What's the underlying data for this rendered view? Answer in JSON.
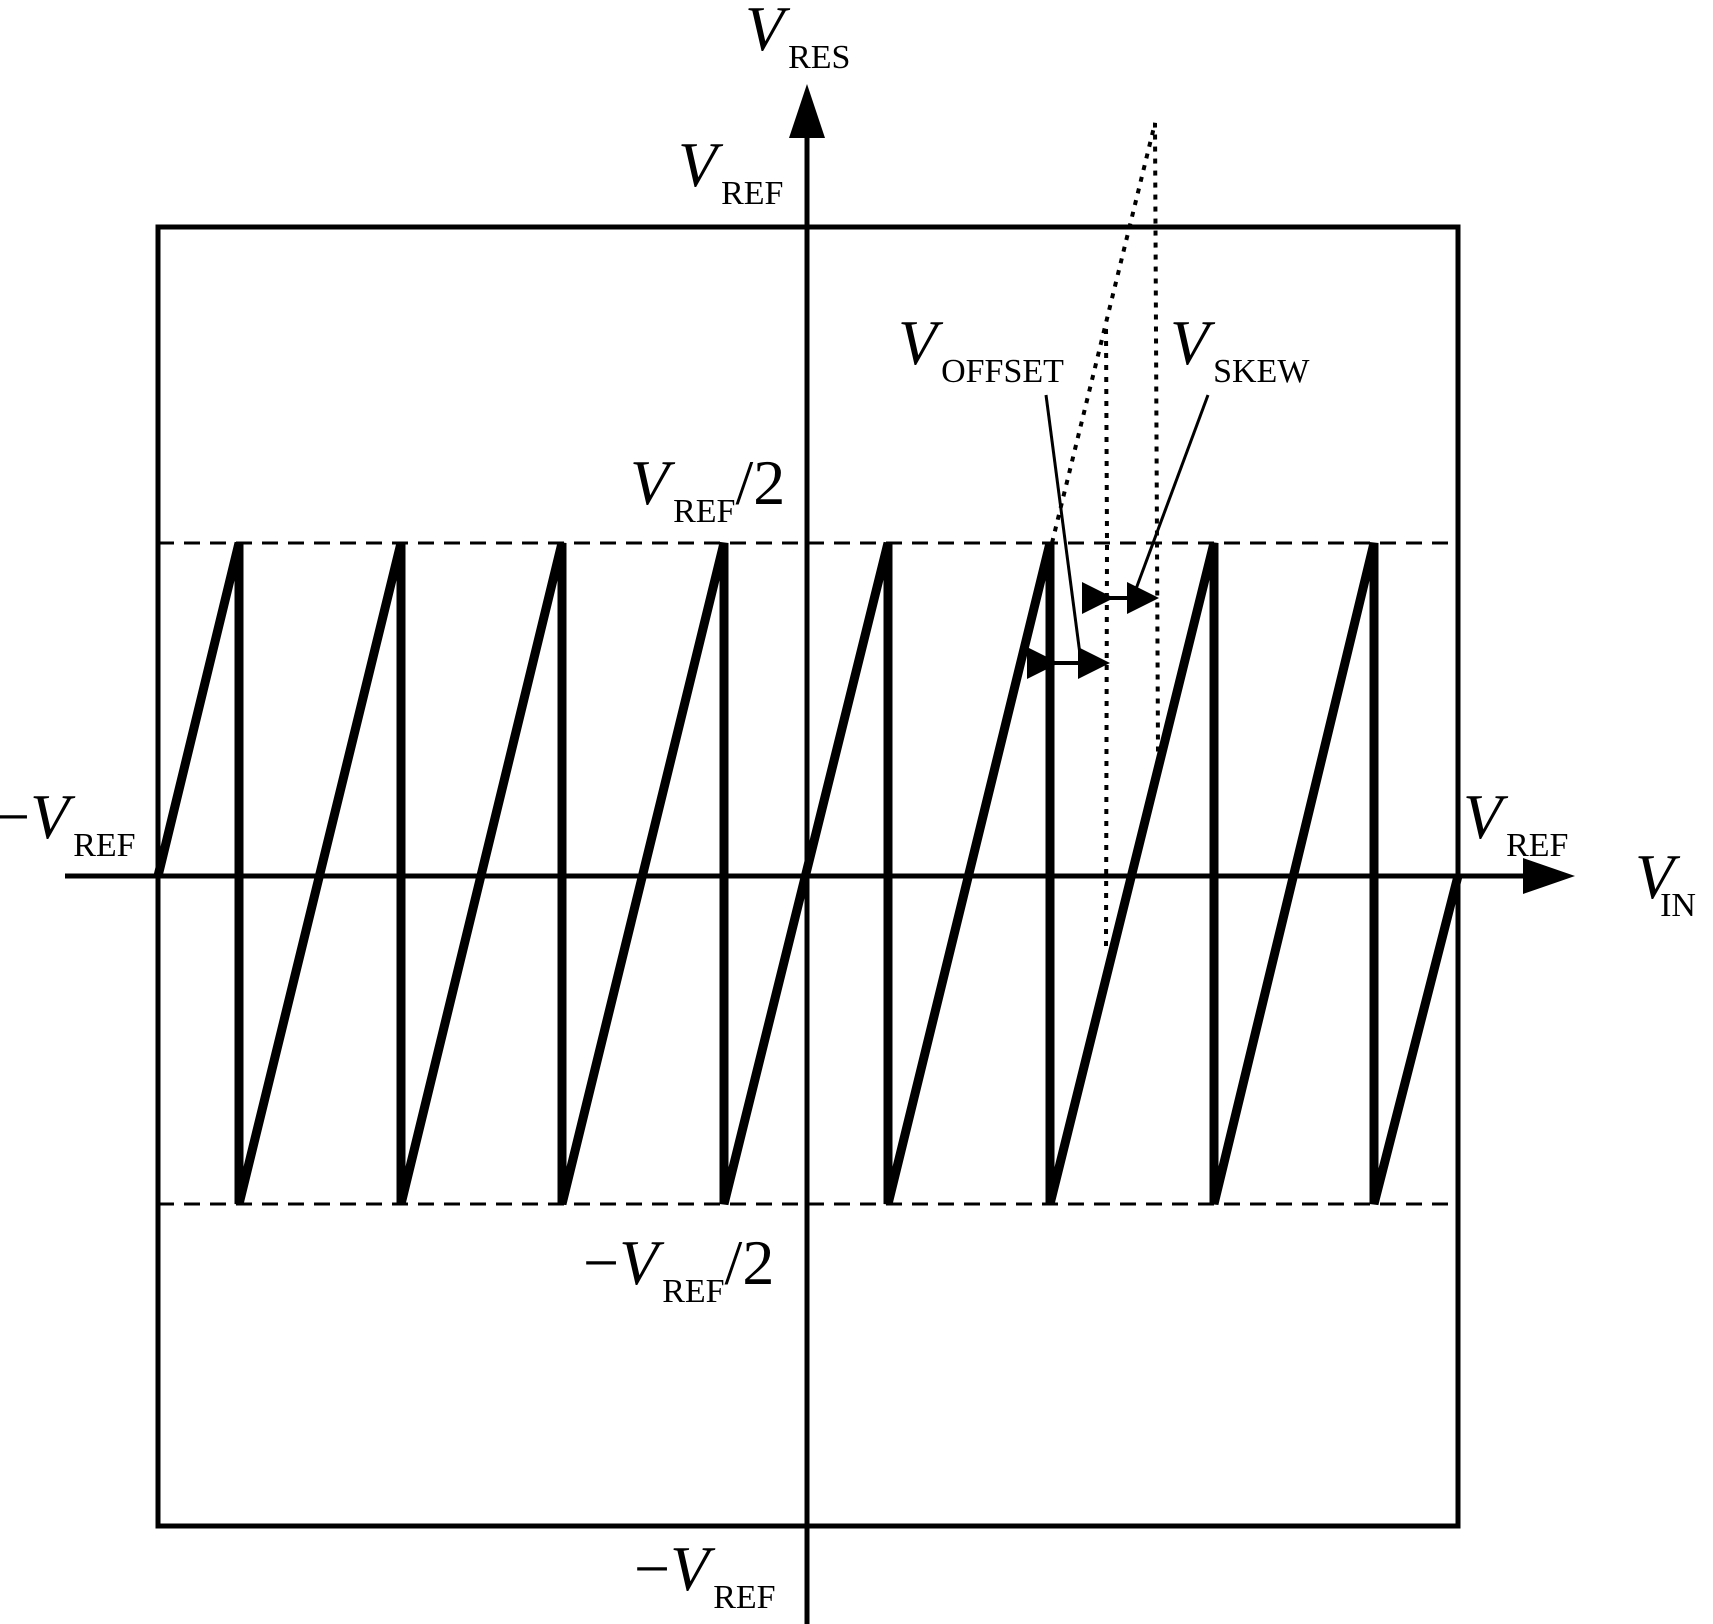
{
  "labels": {
    "v": "V",
    "minus": "−",
    "half": "/2",
    "res": "RES",
    "ref": "REF",
    "in": "IN",
    "offset": "OFFSET",
    "skew": "SKEW"
  },
  "transfer_curve": {
    "segments": 8,
    "vin_range": [
      -1,
      1
    ],
    "vres_range": [
      -0.5,
      0.5
    ]
  }
}
